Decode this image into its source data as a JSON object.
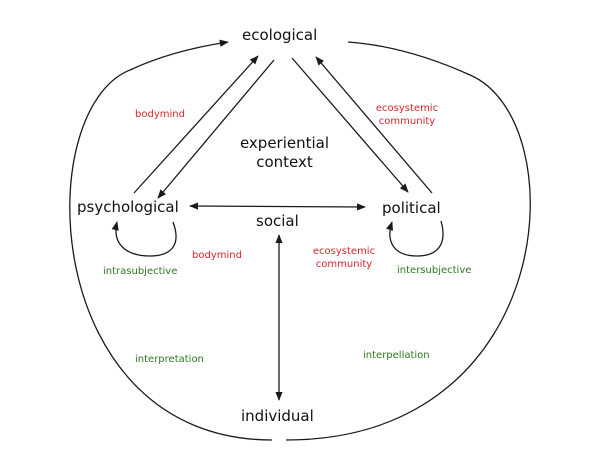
{
  "nodes": {
    "ecological": "ecological",
    "psychological": "psychological",
    "political": "political",
    "social": "social",
    "individual": "individual"
  },
  "center": {
    "line1": "experiential",
    "line2": "context"
  },
  "annotations": {
    "bodymind_top": "bodymind",
    "ecosystemic_top_line1": "ecosystemic",
    "ecosystemic_top_line2": "community",
    "bodymind_mid": "bodymind",
    "ecosystemic_mid_line1": "ecosystemic",
    "ecosystemic_mid_line2": "community",
    "intrasubjective": "intrasubjective",
    "intersubjective": "intersubjective",
    "interpretation": "interpretation",
    "interpellation": "interpellation"
  },
  "colors": {
    "line": "#1a1a1a",
    "red": "#d8262c",
    "green": "#2e7a21"
  }
}
